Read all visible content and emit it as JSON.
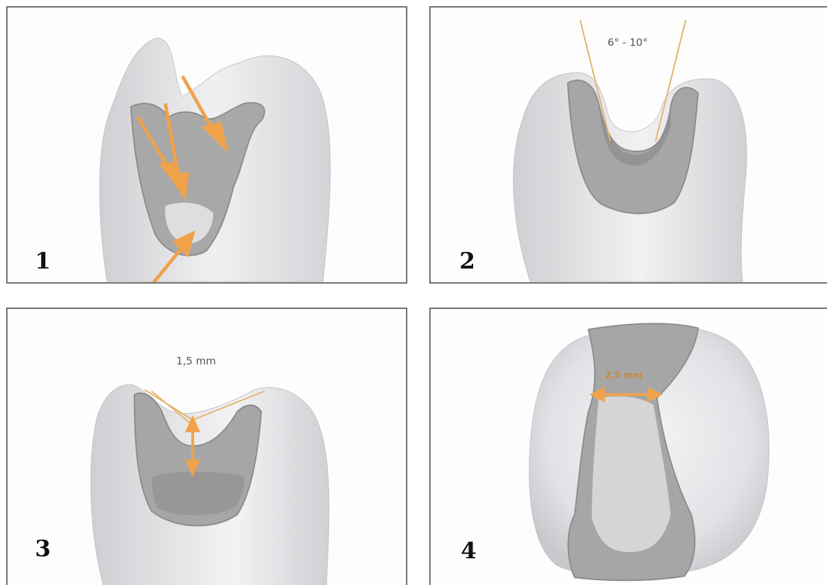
{
  "panels": [
    {
      "number": "1"
    },
    {
      "number": "2",
      "label": "6° - 10°"
    },
    {
      "number": "3",
      "label": "1,5 mm"
    },
    {
      "number": "4",
      "label": "2,5 mm"
    }
  ],
  "colors": {
    "tooth_light": "#e6e6e8",
    "tooth_mid": "#cfcfd3",
    "cavity": "#a7a6a6",
    "cavity_dark": "#8d8c8c",
    "arrow": "#f0a24a",
    "guide_line": "#e3b46c",
    "frame": "#6e6e6e"
  }
}
